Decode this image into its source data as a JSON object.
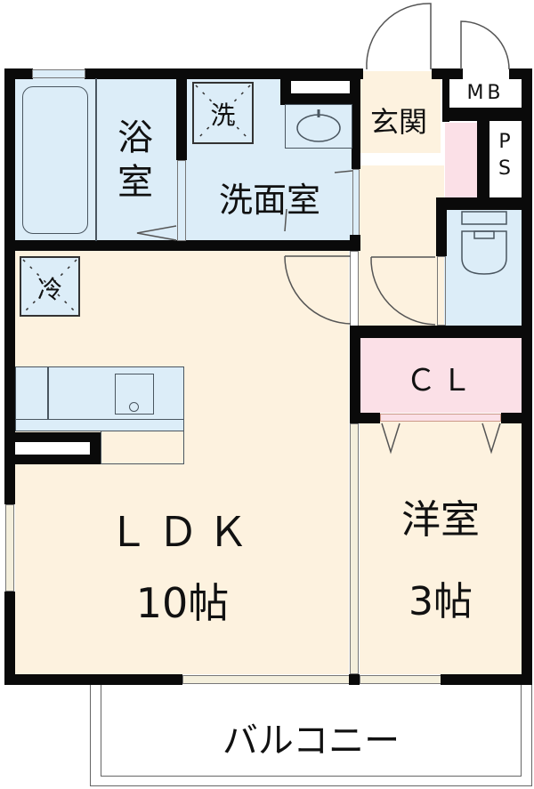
{
  "floor_plan": {
    "rooms": {
      "bath": {
        "label": "浴室"
      },
      "washroom": {
        "label": "洗面室"
      },
      "washer": {
        "label": "洗"
      },
      "fridge": {
        "label": "冷"
      },
      "entrance": {
        "label": "玄関"
      },
      "meter_box": {
        "label": "MB"
      },
      "pipe_space": {
        "label": "PS"
      },
      "closet": {
        "label": "ＣＬ"
      },
      "ldk": {
        "label": "ＬＤＫ",
        "size": "10帖"
      },
      "western_room": {
        "label": "洋室",
        "size": "3帖"
      },
      "balcony": {
        "label": "バルコニー"
      }
    },
    "colors": {
      "wet_area": "#dcedf8",
      "living_area": "#fdf2df",
      "closet": "#fbe0e7",
      "wall": "#0a0a0a"
    }
  }
}
